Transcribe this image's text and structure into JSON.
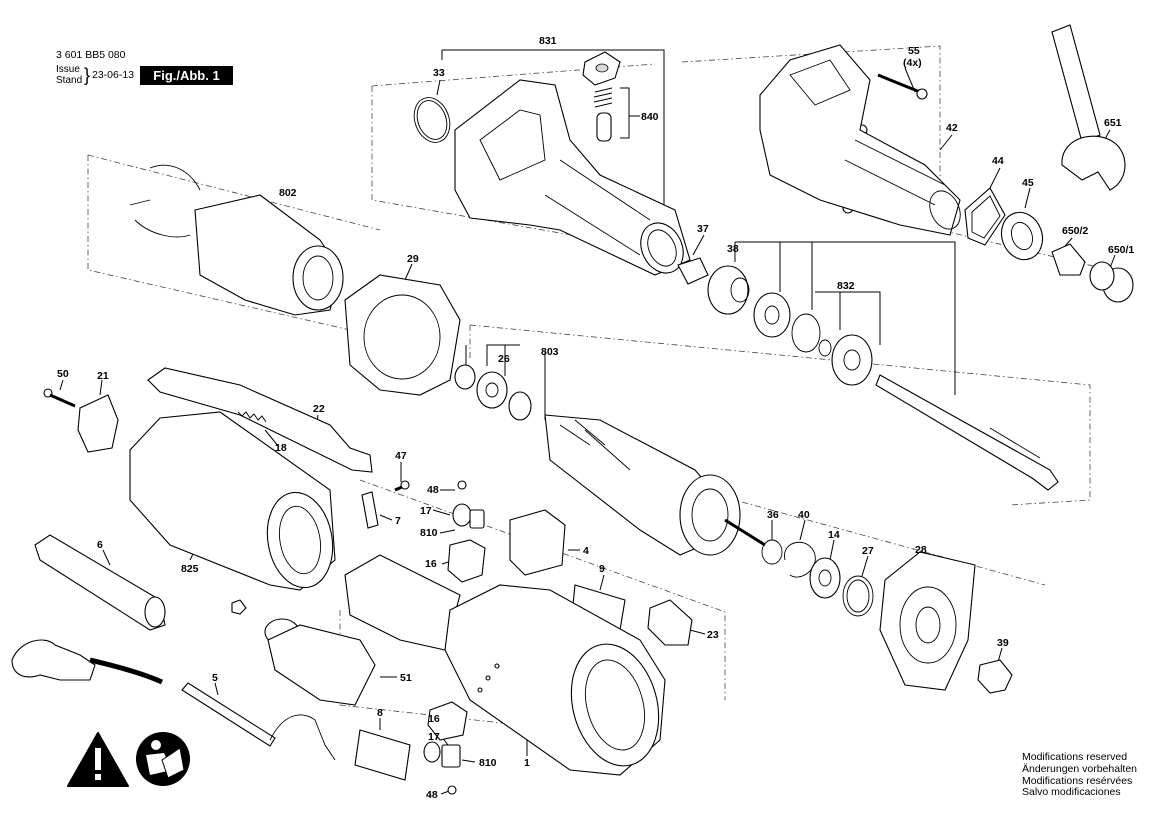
{
  "header": {
    "doc_number": "3 601 BB5 080",
    "issue_label": "Issue",
    "stand_label": "Stand",
    "date": "23-06-13",
    "figure_label": "Fig./Abb. 1"
  },
  "parts": {
    "p831": "831",
    "p33": "33",
    "p840": "840",
    "p55": "55",
    "p55q": "(4x)",
    "p42": "42",
    "p651": "651",
    "p802": "802",
    "p44": "44",
    "p45": "45",
    "p37": "37",
    "p650_2": "650/2",
    "p650_1": "650/1",
    "p29": "29",
    "p38": "38",
    "p832": "832",
    "p26": "26",
    "p803": "803",
    "p50": "50",
    "p21": "21",
    "p22": "22",
    "p18": "18",
    "p47": "47",
    "p48a": "48",
    "p17a": "17",
    "p7": "7",
    "p810a": "810",
    "p6": "6",
    "p825": "825",
    "p16a": "16",
    "p4": "4",
    "p9": "9",
    "p36": "36",
    "p40": "40",
    "p14": "14",
    "p27": "27",
    "p28": "28",
    "p23": "23",
    "p39": "39",
    "p5": "5",
    "p51": "51",
    "p8": "8",
    "p16b": "16",
    "p17b": "17",
    "p810b": "810",
    "p1": "1",
    "p48b": "48"
  },
  "footer": {
    "lines": [
      "Modifications reserved",
      "Änderungen vorbehalten",
      "Modifications resérvées",
      "Salvo modificaciones"
    ]
  },
  "icons": [
    "warning-triangle-icon",
    "read-manual-icon"
  ]
}
